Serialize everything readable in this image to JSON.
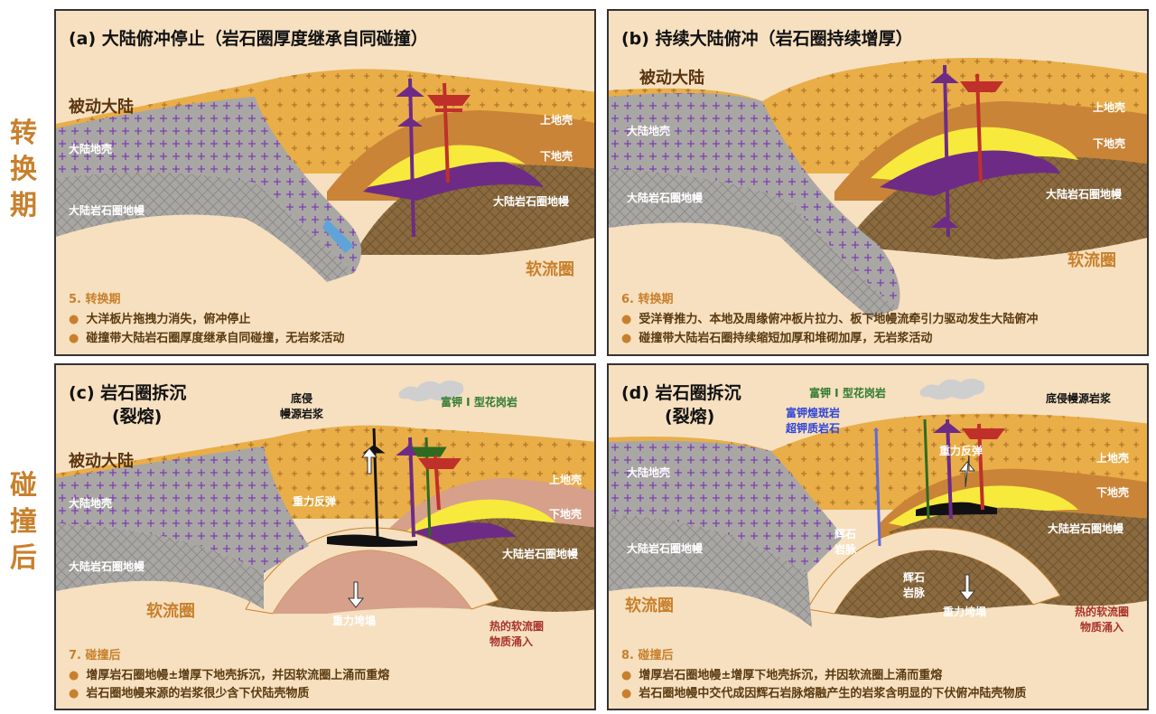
{
  "side_labels": {
    "top": "转\n换\n期",
    "bottom": "碰\n撞\n后"
  },
  "panel_a": {
    "title": "(a) 大陆俯冲停止（岩石圈厚度继承自同碰撞）",
    "labels": {
      "passive": "被动大陆",
      "crust": "大陆地壳",
      "lith": "大陆岩石圈地幔",
      "upper": "上地壳",
      "lower": "下地壳",
      "mantle": "大陆岩石圈地幔",
      "astheno": "软流圈"
    },
    "caption": "5. 转换期",
    "bullets": [
      "大洋板片拖拽力消失，俯冲停止",
      "碰撞带大陆岩石圈厚度继承自同碰撞，无岩浆活动"
    ]
  },
  "panel_b": {
    "title": "(b) 持续大陆俯冲（岩石圈持续增厚）",
    "labels": {
      "passive": "被动大陆",
      "crust": "大陆地壳",
      "lith": "大陆岩石圈地幔",
      "upper": "上地壳",
      "lower": "下地壳",
      "mantle": "大陆岩石圈地幔",
      "astheno": "软流圈"
    },
    "caption": "6. 转换期",
    "bullets": [
      "受洋脊推力、本地及周缘俯冲板片拉力、板下地幔流牵引力驱动发生大陆俯冲",
      "碰撞带大陆岩石圈持续缩短加厚和堆砌加厚，无岩浆活动"
    ]
  },
  "panel_c": {
    "title": "(c) 岩石圈拆沉",
    "title2": "(裂熔)",
    "labels": {
      "passive": "被动大陆",
      "crust": "大陆地壳",
      "lith": "大陆岩石圈地幔",
      "upper": "上地壳",
      "lower": "下地壳",
      "mantle": "大陆岩石圈地幔",
      "astheno": "软流圈",
      "underplate": "底侵\n幔源岩浆",
      "granite": "富钾 I 型花岗岩",
      "rebound": "重力反弹",
      "collapse": "重力垮塌",
      "hot": "热的软流圈\n物质涌入"
    },
    "caption": "7. 碰撞后",
    "bullets": [
      "增厚岩石圈地幔±增厚下地壳拆沉，并因软流圈上涌而重熔",
      "岩石圈地幔来源的岩浆很少含下伏陆壳物质"
    ]
  },
  "panel_d": {
    "title": "(d) 岩石圈拆沉",
    "title2": "(裂熔)",
    "labels": {
      "crust": "大陆地壳",
      "lith": "大陆岩石圈地幔",
      "upper": "上地壳",
      "lower": "下地壳",
      "mantle": "大陆岩石圈地幔",
      "astheno": "软流圈",
      "underplate": "底侵幔源岩浆",
      "granite": "富钾 I 型花岗岩",
      "porphyry": "富钾煌斑岩\n超钾质岩石",
      "rebound": "重力反弹",
      "collapse": "重力垮塌",
      "vein1": "辉石\n岩脉",
      "vein2": "辉石\n岩脉",
      "hot": "热的软流圈\n物质涌入"
    },
    "caption": "8. 碰撞后",
    "bullets": [
      "增厚岩石圈地幔±增厚下地壳拆沉，并因软流圈上涌而重熔",
      "岩石圈地幔中交代成因辉石岩脉熔融产生的岩浆含明显的下伏俯冲陆壳物质"
    ]
  },
  "colors": {
    "crust_orange": "#e9ae48",
    "lower_crust": "#c98438",
    "lith_grey": "#a9a7a4",
    "mantle_brown": "#8a6a3e",
    "astheno": "#f6e0c0",
    "magma_purple": "#6d2b86",
    "granite_red": "#c0302a",
    "melt_yellow": "#f7ea3c",
    "accent": "#c8802c"
  }
}
